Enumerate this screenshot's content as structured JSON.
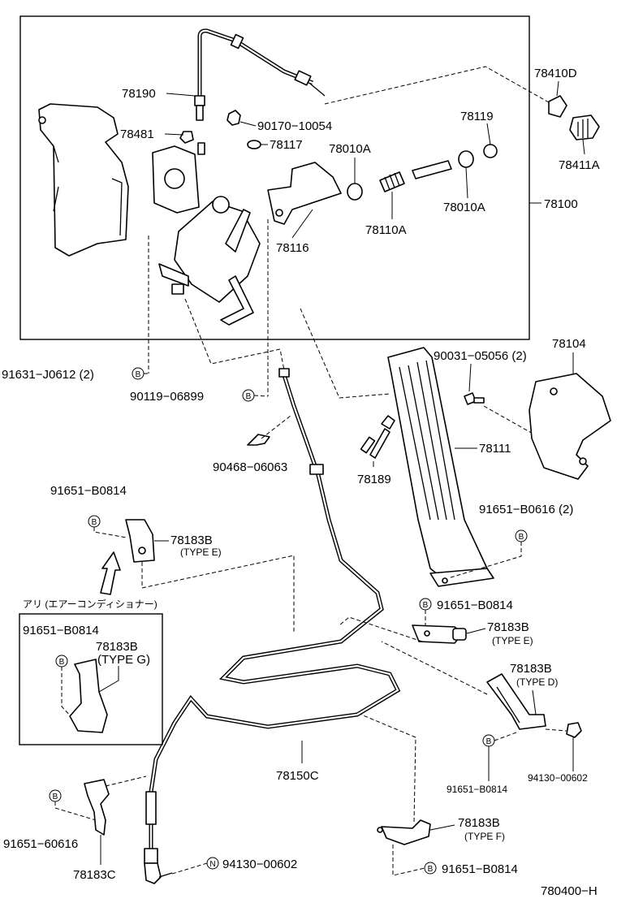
{
  "labels": {
    "p78190": "78190",
    "p78481": "78481",
    "p90170": "90170−10054",
    "p78117": "78117",
    "p78010a_top": "78010A",
    "p78119": "78119",
    "p78410d": "78410D",
    "p78411a": "78411A",
    "p78010a_bot": "78010A",
    "p78100": "78100",
    "p78110a": "78110A",
    "p78116": "78116",
    "p91631": "91631−J0612 (2)",
    "p90119": "90119−06899",
    "p90031": "90031−05056 (2)",
    "p78104": "78104",
    "p78111": "78111",
    "p90468": "90468−06063",
    "p78189": "78189",
    "p91651_b0814_a": "91651−B0814",
    "p78183b_a": "78183B",
    "type_e_a": "(TYPE  E)",
    "p91651_b0616": "91651−B0616 (2)",
    "aircon_note": "アリ (エアーコンディショナー)",
    "p91651_b0814_b": "91651−B0814",
    "p78183b_b": "78183B",
    "type_g": "(TYPE  G)",
    "p91651_b0814_c": "91651−B0814",
    "p78183b_c": "78183B",
    "type_e_c": "(TYPE  E)",
    "p78183b_d": "78183B",
    "type_d": "(TYPE  D)",
    "p78150c": "78150C",
    "p91651_b0814_d": "91651−B0814",
    "p94130_a": "94130−00602",
    "p91651_60616": "91651−60616",
    "p78183b_f": "78183B",
    "type_f": "(TYPE  F)",
    "p78183c": "78183C",
    "p94130_b": "94130−00602",
    "p91651_b0814_e": "91651−B0814",
    "figure_code": "780400−H"
  },
  "badges": {
    "b": "B",
    "n": "N"
  }
}
